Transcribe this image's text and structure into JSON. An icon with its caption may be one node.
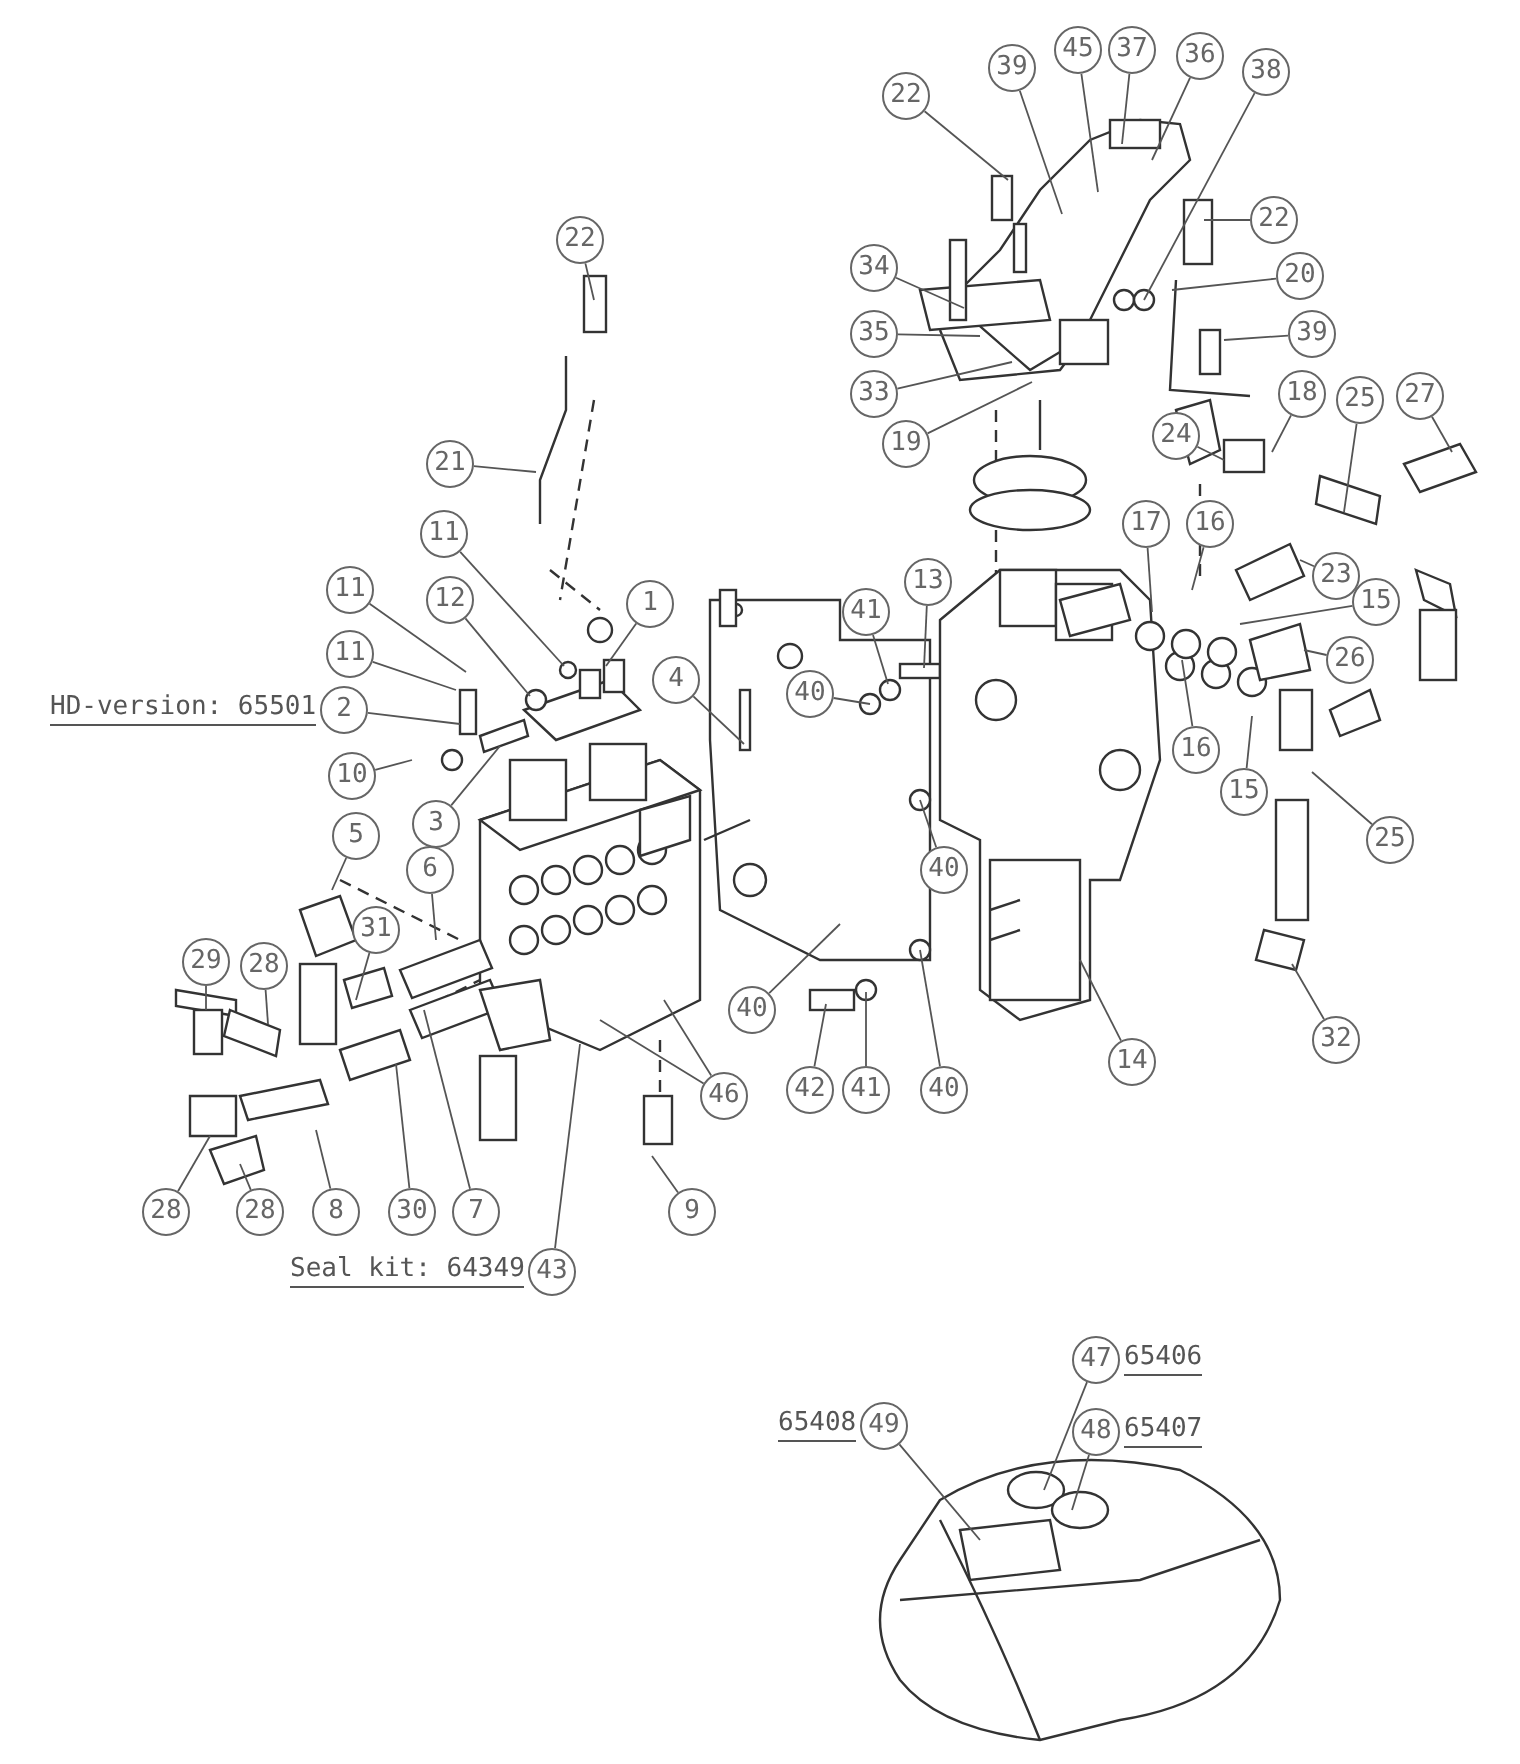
{
  "diagram": {
    "nodes": [
      {
        "text": [
          "22"
        ]
      },
      {
        "text": [
          "21"
        ]
      },
      {
        "text": [
          "11"
        ]
      },
      {
        "text": [
          "11"
        ]
      },
      {
        "text": [
          "12"
        ]
      },
      {
        "text": [
          "1"
        ]
      },
      {
        "text": [
          "11"
        ]
      },
      {
        "text": [
          "2"
        ],
        "beside": [
          "HD-version: 65501"
        ]
      },
      {
        "text": [
          "10"
        ]
      },
      {
        "text": [
          "3"
        ]
      },
      {
        "text": [
          "4"
        ]
      },
      {
        "text": [
          "5"
        ]
      },
      {
        "text": [
          "6"
        ]
      },
      {
        "text": [
          "31"
        ]
      },
      {
        "text": [
          "29"
        ]
      },
      {
        "text": [
          "28"
        ]
      },
      {
        "text": [
          "28"
        ]
      },
      {
        "text": [
          "28"
        ]
      },
      {
        "text": [
          "8"
        ]
      },
      {
        "text": [
          "30"
        ]
      },
      {
        "text": [
          "7"
        ]
      },
      {
        "text": [
          "43"
        ],
        "beside": [
          "Seal kit: 64349"
        ]
      },
      {
        "text": [
          "9"
        ]
      },
      {
        "text": [
          "46"
        ]
      },
      {
        "text": [
          "40"
        ]
      },
      {
        "text": [
          "42"
        ]
      },
      {
        "text": [
          "41"
        ]
      },
      {
        "text": [
          "40"
        ]
      },
      {
        "text": [
          "40"
        ]
      },
      {
        "text": [
          "40"
        ]
      },
      {
        "text": [
          "41"
        ]
      },
      {
        "text": [
          "13"
        ]
      },
      {
        "text": [
          "14"
        ]
      },
      {
        "text": [
          "32"
        ]
      },
      {
        "text": [
          "25"
        ]
      },
      {
        "text": [
          "15"
        ]
      },
      {
        "text": [
          "16"
        ]
      },
      {
        "text": [
          "26"
        ]
      },
      {
        "text": [
          "15"
        ]
      },
      {
        "text": [
          "23"
        ]
      },
      {
        "text": [
          "17"
        ]
      },
      {
        "text": [
          "16"
        ]
      },
      {
        "text": [
          "24"
        ]
      },
      {
        "text": [
          "18"
        ]
      },
      {
        "text": [
          "25"
        ]
      },
      {
        "text": [
          "27"
        ]
      },
      {
        "text": [
          "39"
        ]
      },
      {
        "text": [
          "20"
        ]
      },
      {
        "text": [
          "22"
        ]
      },
      {
        "text": [
          "38"
        ]
      },
      {
        "text": [
          "36"
        ]
      },
      {
        "text": [
          "37"
        ]
      },
      {
        "text": [
          "45"
        ]
      },
      {
        "text": [
          "39"
        ]
      },
      {
        "text": [
          "22"
        ]
      },
      {
        "text": [
          "34"
        ]
      },
      {
        "text": [
          "35"
        ]
      },
      {
        "text": [
          "33"
        ]
      },
      {
        "text": [
          "19"
        ]
      },
      {
        "text": [
          "47"
        ],
        "beside": [
          "65406"
        ]
      },
      {
        "text": [
          "48"
        ],
        "beside": [
          "65407"
        ]
      },
      {
        "text": [
          "49"
        ],
        "beside": [
          "65408"
        ]
      }
    ],
    "edges": [
      {
        "from": 0,
        "to": null,
        "arrow": "none"
      },
      {
        "from": 1,
        "to": null,
        "arrow": "none"
      },
      {
        "from": 2,
        "to": null,
        "arrow": "none"
      },
      {
        "from": 3,
        "to": null,
        "arrow": "none"
      },
      {
        "from": 4,
        "to": null,
        "arrow": "none"
      },
      {
        "from": 5,
        "to": null,
        "arrow": "none"
      },
      {
        "from": 6,
        "to": null,
        "arrow": "none"
      },
      {
        "from": 7,
        "to": null,
        "arrow": "none"
      },
      {
        "from": 8,
        "to": null,
        "arrow": "none"
      },
      {
        "from": 9,
        "to": null,
        "arrow": "none"
      },
      {
        "from": 10,
        "to": null,
        "arrow": "none"
      },
      {
        "from": 11,
        "to": null,
        "arrow": "none"
      },
      {
        "from": 12,
        "to": null,
        "arrow": "none"
      },
      {
        "from": 13,
        "to": null,
        "arrow": "none"
      },
      {
        "from": 14,
        "to": null,
        "arrow": "none"
      },
      {
        "from": 15,
        "to": null,
        "arrow": "none"
      },
      {
        "from": 16,
        "to": null,
        "arrow": "none"
      },
      {
        "from": 17,
        "to": null,
        "arrow": "none"
      },
      {
        "from": 18,
        "to": null,
        "arrow": "none"
      },
      {
        "from": 19,
        "to": null,
        "arrow": "none"
      },
      {
        "from": 20,
        "to": null,
        "arrow": "none"
      },
      {
        "from": 21,
        "to": null,
        "arrow": "none"
      },
      {
        "from": 22,
        "to": null,
        "arrow": "none"
      },
      {
        "from": 23,
        "to": null,
        "arrow": "none"
      },
      {
        "from": 23,
        "to": null,
        "arrow": "none"
      },
      {
        "from": 24,
        "to": null,
        "arrow": "none"
      },
      {
        "from": 25,
        "to": null,
        "arrow": "none"
      },
      {
        "from": 26,
        "to": null,
        "arrow": "none"
      },
      {
        "from": 27,
        "to": null,
        "arrow": "none"
      },
      {
        "from": 28,
        "to": null,
        "arrow": "none"
      },
      {
        "from": 29,
        "to": null,
        "arrow": "none"
      },
      {
        "from": 30,
        "to": null,
        "arrow": "none"
      },
      {
        "from": 31,
        "to": null,
        "arrow": "none"
      },
      {
        "from": 32,
        "to": null,
        "arrow": "none"
      },
      {
        "from": 33,
        "to": null,
        "arrow": "none"
      },
      {
        "from": 34,
        "to": null,
        "arrow": "none"
      },
      {
        "from": 35,
        "to": null,
        "arrow": "none"
      },
      {
        "from": 36,
        "to": null,
        "arrow": "none"
      },
      {
        "from": 37,
        "to": null,
        "arrow": "none"
      },
      {
        "from": 38,
        "to": null,
        "arrow": "none"
      },
      {
        "from": 39,
        "to": null,
        "arrow": "none"
      },
      {
        "from": 40,
        "to": null,
        "arrow": "none"
      },
      {
        "from": 41,
        "to": null,
        "arrow": "none"
      },
      {
        "from": 42,
        "to": null,
        "arrow": "none"
      },
      {
        "from": 43,
        "to": null,
        "arrow": "none"
      },
      {
        "from": 44,
        "to": null,
        "arrow": "none"
      },
      {
        "from": 45,
        "to": null,
        "arrow": "none"
      },
      {
        "from": 46,
        "to": null,
        "arrow": "none"
      },
      {
        "from": 47,
        "to": null,
        "arrow": "none"
      },
      {
        "from": 48,
        "to": null,
        "arrow": "none"
      },
      {
        "from": 49,
        "to": null,
        "arrow": "none"
      },
      {
        "from": 50,
        "to": null,
        "arrow": "none"
      },
      {
        "from": 51,
        "to": null,
        "arrow": "none"
      },
      {
        "from": 52,
        "to": null,
        "arrow": "none"
      },
      {
        "from": 53,
        "to": null,
        "arrow": "none"
      },
      {
        "from": 54,
        "to": null,
        "arrow": "none"
      },
      {
        "from": 55,
        "to": null,
        "arrow": "none"
      },
      {
        "from": 56,
        "to": null,
        "arrow": "none"
      },
      {
        "from": 57,
        "to": null,
        "arrow": "none"
      },
      {
        "from": 58,
        "to": null,
        "arrow": "none"
      },
      {
        "from": 59,
        "to": null,
        "arrow": "none"
      },
      {
        "from": 60,
        "to": null,
        "arrow": "none"
      },
      {
        "from": 61,
        "to": null,
        "arrow": "none"
      }
    ]
  }
}
